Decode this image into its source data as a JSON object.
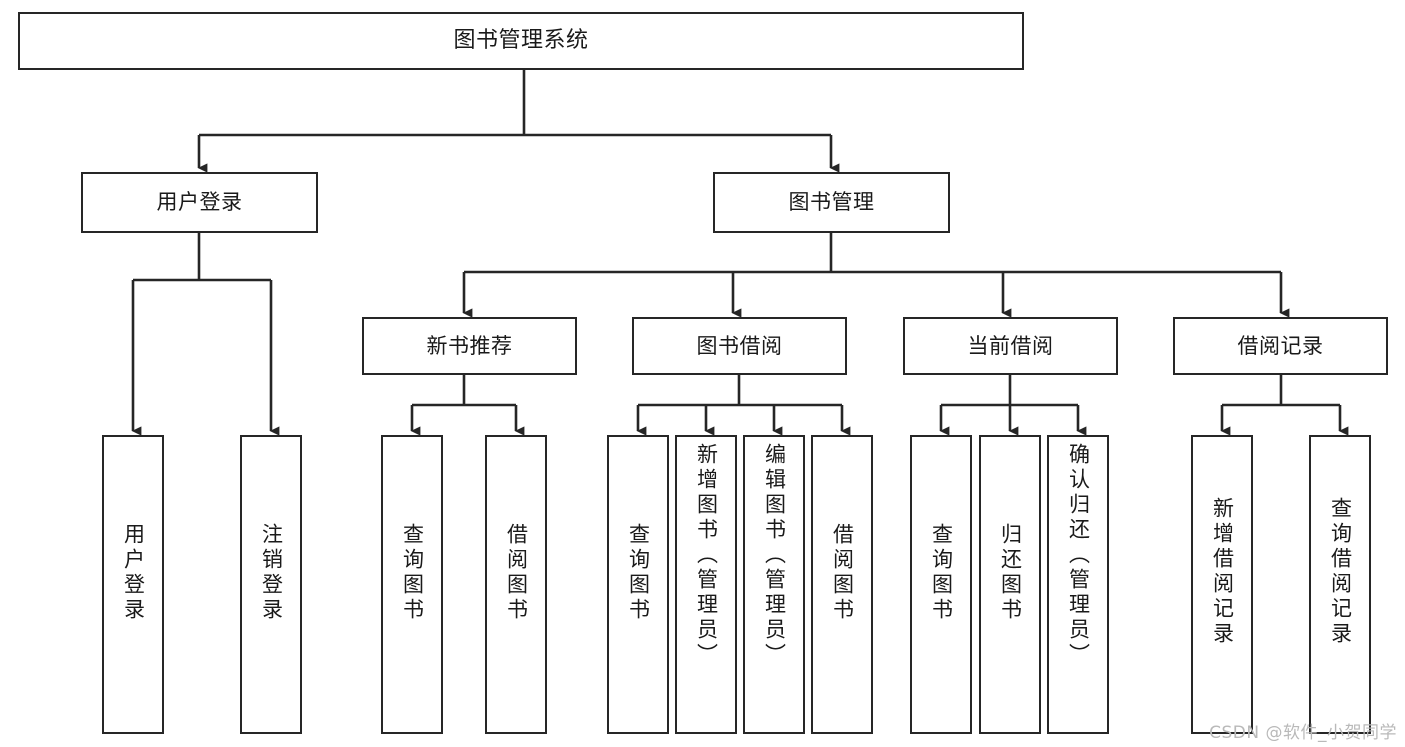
{
  "diagram": {
    "title": "图书管理系统",
    "type": "tree",
    "root": {
      "id": "root",
      "label": "图书管理系统",
      "orientation": "horizontal"
    },
    "level2": [
      {
        "id": "user-login",
        "label": "用户登录",
        "orientation": "horizontal"
      },
      {
        "id": "book-manage",
        "label": "图书管理",
        "orientation": "horizontal"
      }
    ],
    "level3": [
      {
        "id": "new-book-recommend",
        "label": "新书推荐",
        "orientation": "horizontal",
        "parent": "book-manage"
      },
      {
        "id": "book-borrow",
        "label": "图书借阅",
        "orientation": "horizontal",
        "parent": "book-manage"
      },
      {
        "id": "current-borrow",
        "label": "当前借阅",
        "orientation": "horizontal",
        "parent": "book-manage"
      },
      {
        "id": "borrow-record",
        "label": "借阅记录",
        "orientation": "horizontal",
        "parent": "book-manage"
      }
    ],
    "leaves": [
      {
        "id": "leaf-user-login",
        "label": "用户登录",
        "orientation": "vertical",
        "parent": "user-login"
      },
      {
        "id": "leaf-user-logout",
        "label": "注销登录",
        "orientation": "vertical",
        "parent": "user-login"
      },
      {
        "id": "leaf-query-book-1",
        "label": "查询图书",
        "orientation": "vertical",
        "parent": "new-book-recommend"
      },
      {
        "id": "leaf-borrow-book-1",
        "label": "借阅图书",
        "orientation": "vertical",
        "parent": "new-book-recommend"
      },
      {
        "id": "leaf-query-book-2",
        "label": "查询图书",
        "orientation": "vertical",
        "parent": "book-borrow"
      },
      {
        "id": "leaf-add-book",
        "label": "新增图书（管理员）",
        "orientation": "vertical",
        "parent": "book-borrow"
      },
      {
        "id": "leaf-edit-book",
        "label": "编辑图书（管理员）",
        "orientation": "vertical",
        "parent": "book-borrow"
      },
      {
        "id": "leaf-borrow-book-2",
        "label": "借阅图书",
        "orientation": "vertical",
        "parent": "book-borrow"
      },
      {
        "id": "leaf-query-book-3",
        "label": "查询图书",
        "orientation": "vertical",
        "parent": "current-borrow"
      },
      {
        "id": "leaf-return-book",
        "label": "归还图书",
        "orientation": "vertical",
        "parent": "current-borrow"
      },
      {
        "id": "leaf-confirm-return",
        "label": "确认归还（管理员）",
        "orientation": "vertical",
        "parent": "current-borrow"
      },
      {
        "id": "leaf-add-record",
        "label": "新增借阅记录",
        "orientation": "vertical",
        "parent": "borrow-record"
      },
      {
        "id": "leaf-query-record",
        "label": "查询借阅记录",
        "orientation": "vertical",
        "parent": "borrow-record"
      }
    ]
  },
  "watermark": {
    "text": "CSDN @软件_小贺同学"
  },
  "colors": {
    "stroke": "#262626",
    "background": "#ffffff",
    "text": "#1a1a1a",
    "watermark": "#b9b9b9"
  }
}
